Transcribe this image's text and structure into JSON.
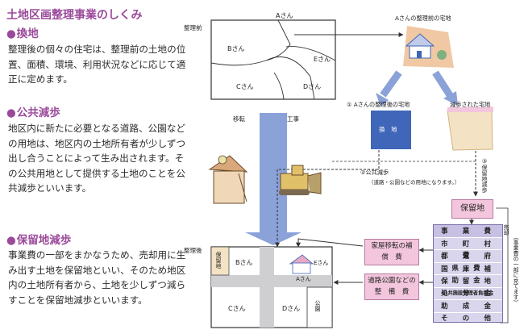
{
  "title": "土地区画整理事業のしくみ",
  "sections": [
    {
      "heading": "換地",
      "body": "整理後の個々の住宅は、整理前の土地の位置、面積、環境、利用状況などに応じて適正に定めます。"
    },
    {
      "heading": "公共減歩",
      "body": "地区内に新たに必要となる道路、公園などの用地は、地区内の土地所有者が少しずつ出し合うことによって生み出されます。その公共用地として提供する土地のことを公共減歩といいます。"
    },
    {
      "heading": "保留地減歩",
      "body": "事業費の一部をまかなうため、売却用に生み出す土地を保留地といい、そのため地区内の土地所有者から、土地を少しずつ減らすことを保留地減歩といいます。"
    }
  ],
  "diagram": {
    "before_label": "整理前",
    "after_label": "整理後",
    "relocation_label": "移転",
    "construction_label": "工事",
    "lots_before": {
      "a": "Aさん",
      "b": "Bさん",
      "c": "Cさん",
      "d": "Dさん",
      "e": "Eさん"
    },
    "lots_after": {
      "reserved": "保留地",
      "b": "Bさん",
      "e": "Eさん",
      "a": "Aさん",
      "c": "Cさん",
      "d": "Dさん",
      "park": "公園"
    },
    "a_before_title": "Aさんの整理前の宅地",
    "step1_title": "① Aさんの整理後の宅地",
    "replot_label": "換　地",
    "reduced_title": "減歩された宅地",
    "step2_title": "②公共減歩",
    "step2_note": "（道路・公園などの用地になります。）",
    "step3_title": "③保留地減歩",
    "reserved_land_label": "保留地",
    "sale_label": "売却",
    "relocation_comp": "家屋移転の補　償　費",
    "road_park": "道路公園などの　整　備　費",
    "side_note": "（事業費の一部に充てます）",
    "cost_table": {
      "header": "事　業　費",
      "rows": [
        "市　町　村　費",
        "都　道　府　県　費",
        "国　庫　補　助　金",
        "保　留　地　処　分　金",
        "公共施設管理者負担金",
        "助　成　金　そ　の　他"
      ]
    }
  },
  "colors": {
    "accent": "#9b4a9b",
    "road": "#cfcfd2",
    "blue": "#3f66b8",
    "pink": "#f3c6dd",
    "table": "#d9d5ec"
  }
}
